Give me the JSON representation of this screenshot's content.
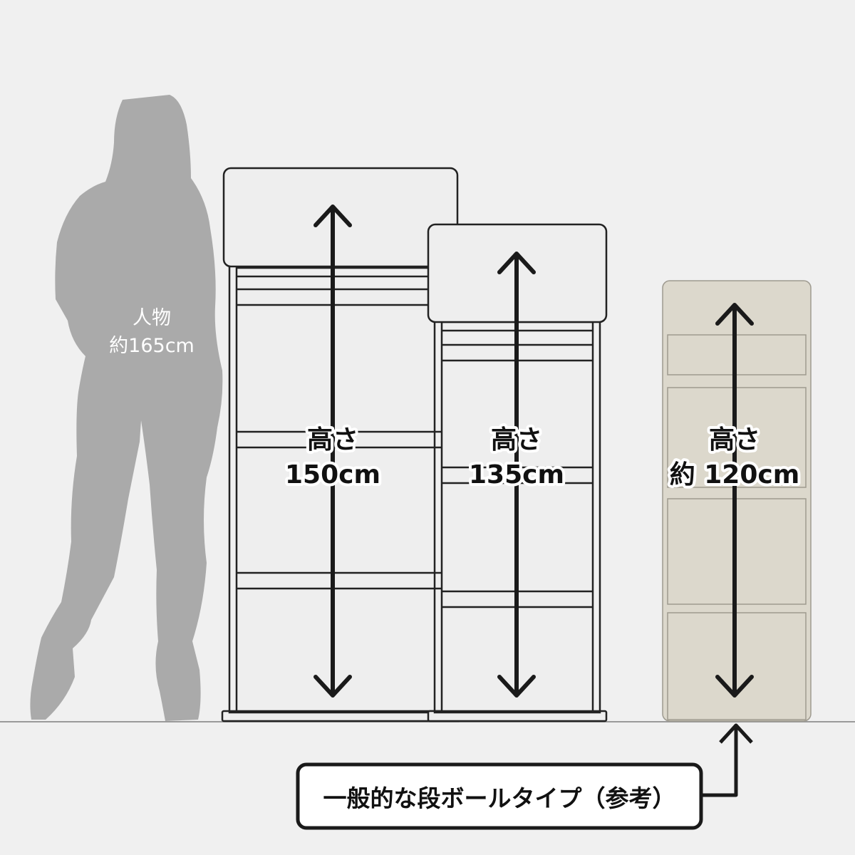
{
  "colors": {
    "background": "#f0f0f0",
    "person": "#aaaaaa",
    "rack_fill": "#eeeeee",
    "rack_stroke": "#222222",
    "cardboard_fill": "#dcd8cc",
    "cardboard_stroke": "#9e9a8f",
    "floor": "#9a9a9a",
    "arrow": "#1a1a1a",
    "text_dark": "#111111",
    "text_light": "#ffffff"
  },
  "person": {
    "label_line1": "人物",
    "label_line2": "約165cm"
  },
  "racks": [
    {
      "label_line1": "高さ",
      "label_line2": "150cm"
    },
    {
      "label_line1": "高さ",
      "label_line2": "135cm"
    }
  ],
  "cardboard": {
    "label_line1": "高さ",
    "label_line2": "約 120cm"
  },
  "reference_callout": {
    "text": "一般的な段ボールタイプ（参考）"
  }
}
